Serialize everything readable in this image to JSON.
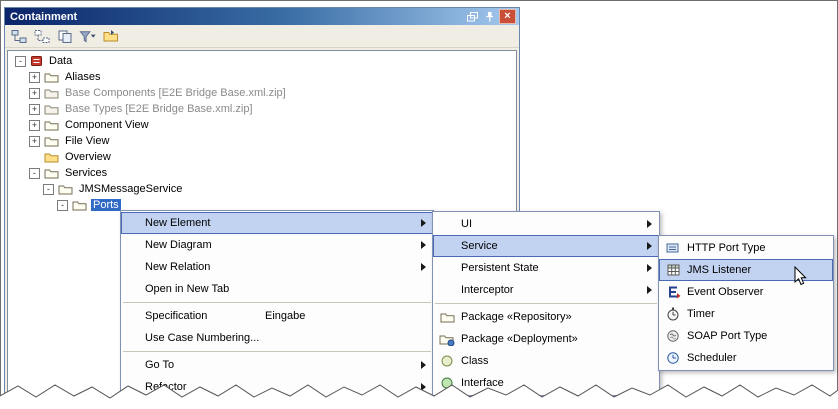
{
  "window": {
    "title": "Containment"
  },
  "titlebar": {
    "controls": [
      "float",
      "pin",
      "close"
    ],
    "close_glyph": "×"
  },
  "toolbar": {
    "icons": [
      "expand-structure-icon",
      "collapse-structure-icon",
      "copy-structure-icon",
      "filter-icon",
      "open-folder-icon"
    ]
  },
  "tree": {
    "items": [
      {
        "label": "Data",
        "level": 0,
        "expander": "-",
        "icon": "model"
      },
      {
        "label": "Aliases",
        "level": 1,
        "expander": "+",
        "icon": "package"
      },
      {
        "label": "Base Components [E2E Bridge Base.xml.zip]",
        "level": 1,
        "expander": "+",
        "icon": "package",
        "gray": true
      },
      {
        "label": "Base Types [E2E Bridge Base.xml.zip]",
        "level": 1,
        "expander": "+",
        "icon": "package",
        "gray": true
      },
      {
        "label": "Component View",
        "level": 1,
        "expander": "+",
        "icon": "package"
      },
      {
        "label": "File View",
        "level": 1,
        "expander": "+",
        "icon": "package"
      },
      {
        "label": "Overview",
        "level": 1,
        "expander": "",
        "icon": "folder"
      },
      {
        "label": "Services",
        "level": 1,
        "expander": "-",
        "icon": "package"
      },
      {
        "label": "JMSMessageService",
        "level": 2,
        "expander": "-",
        "icon": "package"
      },
      {
        "label": "Ports",
        "level": 3,
        "expander": "-",
        "icon": "package",
        "selected": true
      }
    ]
  },
  "context_menu": {
    "items": [
      {
        "label": "New Element",
        "has_submenu": true,
        "highlighted": true
      },
      {
        "label": "New Diagram",
        "has_submenu": true
      },
      {
        "label": "New Relation",
        "has_submenu": true
      },
      {
        "label": "Open in New Tab"
      },
      {
        "label": "Specification",
        "shortcut": "Eingabe"
      },
      {
        "label": "Use Case Numbering..."
      },
      {
        "label": "Go To",
        "has_submenu": true
      },
      {
        "label": "Refactor",
        "has_submenu": true
      }
    ]
  },
  "element_submenu": {
    "items": [
      {
        "label": "UI",
        "has_submenu": true
      },
      {
        "label": "Service",
        "has_submenu": true,
        "highlighted": true
      },
      {
        "label": "Persistent State",
        "has_submenu": true
      },
      {
        "label": "Interceptor",
        "has_submenu": true
      },
      {
        "label": "Package «Repository»",
        "icon": "package"
      },
      {
        "label": "Package «Deployment»",
        "icon": "package-deployment"
      },
      {
        "label": "Class",
        "icon": "class"
      },
      {
        "label": "Interface",
        "icon": "interface"
      }
    ]
  },
  "service_submenu": {
    "items": [
      {
        "label": "HTTP Port Type",
        "icon": "http-port-type"
      },
      {
        "label": "JMS Listener",
        "icon": "jms-listener",
        "highlighted": true
      },
      {
        "label": "Event Observer",
        "icon": "event-observer"
      },
      {
        "label": "Timer",
        "icon": "timer"
      },
      {
        "label": "SOAP Port Type",
        "icon": "soap-port-type"
      },
      {
        "label": "Scheduler",
        "icon": "scheduler"
      }
    ]
  },
  "colors": {
    "title_gradient_start": "#0a246a",
    "title_gradient_end": "#a6caf0",
    "tree_selection": "#316ac5",
    "menu_highlight": "#c2d3f1",
    "menu_highlight_border": "#486bb3",
    "menu_border": "#8091b4"
  }
}
